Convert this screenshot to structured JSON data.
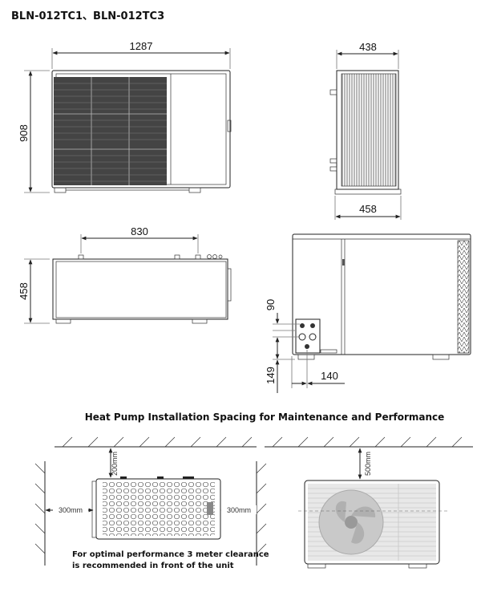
{
  "model_title": "BLN-012TC1、BLN-012TC3",
  "front_view": {
    "width": "1287",
    "height": "908"
  },
  "side_view": {
    "top_depth": "438",
    "bottom_depth": "458"
  },
  "top_view": {
    "span": "830",
    "depth": "458"
  },
  "rear_view": {
    "dim_90": "90",
    "dim_149": "149",
    "dim_140": "140"
  },
  "section_title": "Heat Pump Installation Spacing for Maintenance and Performance",
  "clearance": {
    "top": "200mm",
    "left": "300mm",
    "right": "300mm",
    "rear_top": "500mm",
    "note_line1": "For optimal performance 3 meter clearance",
    "note_line2": "is recommended in front of the unit"
  }
}
